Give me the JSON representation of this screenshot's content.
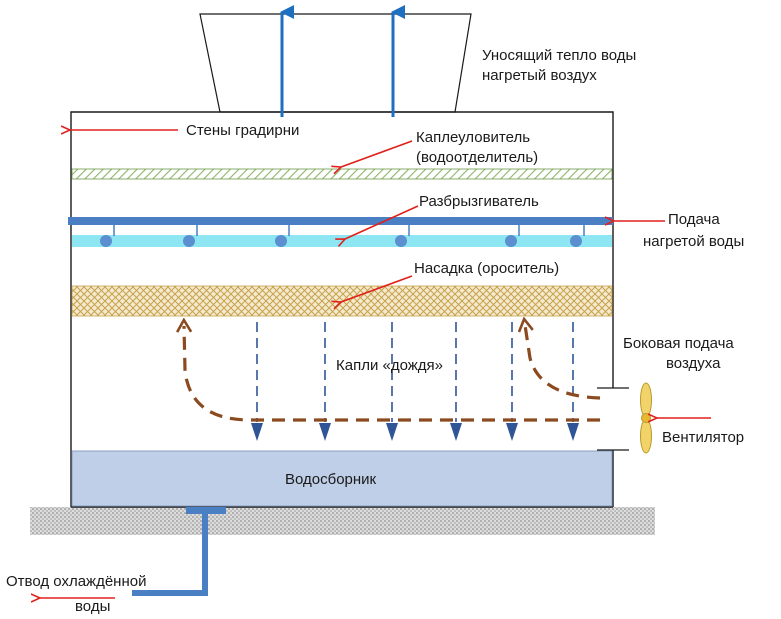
{
  "labels": {
    "exhaust": [
      "Уносящий тепло воды",
      "нагретый  воздух"
    ],
    "walls": "Стены градирни",
    "drift_eliminator": [
      "Каплеуловитель",
      "(водоотделитель)"
    ],
    "sprayer": "Разбрызгиватель",
    "hot_water_supply": [
      "Подача",
      "нагретой воды"
    ],
    "fill": "Насадка (ороситель)",
    "rain": "Капли «дождя»",
    "side_air": [
      "Боковая подача",
      "воздуха"
    ],
    "fan": "Вентилятор",
    "basin": "Водосборник",
    "cold_water_outlet": [
      "Отвод охлаждённой",
      "воды"
    ]
  },
  "colors": {
    "outline": "#1a1a1a",
    "label_arrow": "#e0201b",
    "air_up": "#1f6fc0",
    "spray_pipe": "#4a7fc4",
    "spray_water": "#8de6f2",
    "nozzle": "#5b8fd0",
    "fill_hatch": "#c7a24a",
    "eliminator_hatch": "#8cb56a",
    "rain_drop": "#2f5597",
    "air_flow": "#8b4a1f",
    "basin": "#bfcfe8",
    "ground": "#c8c8c8",
    "fan_blade": "#f2d36a"
  },
  "icons": [
    "fan-icon"
  ]
}
